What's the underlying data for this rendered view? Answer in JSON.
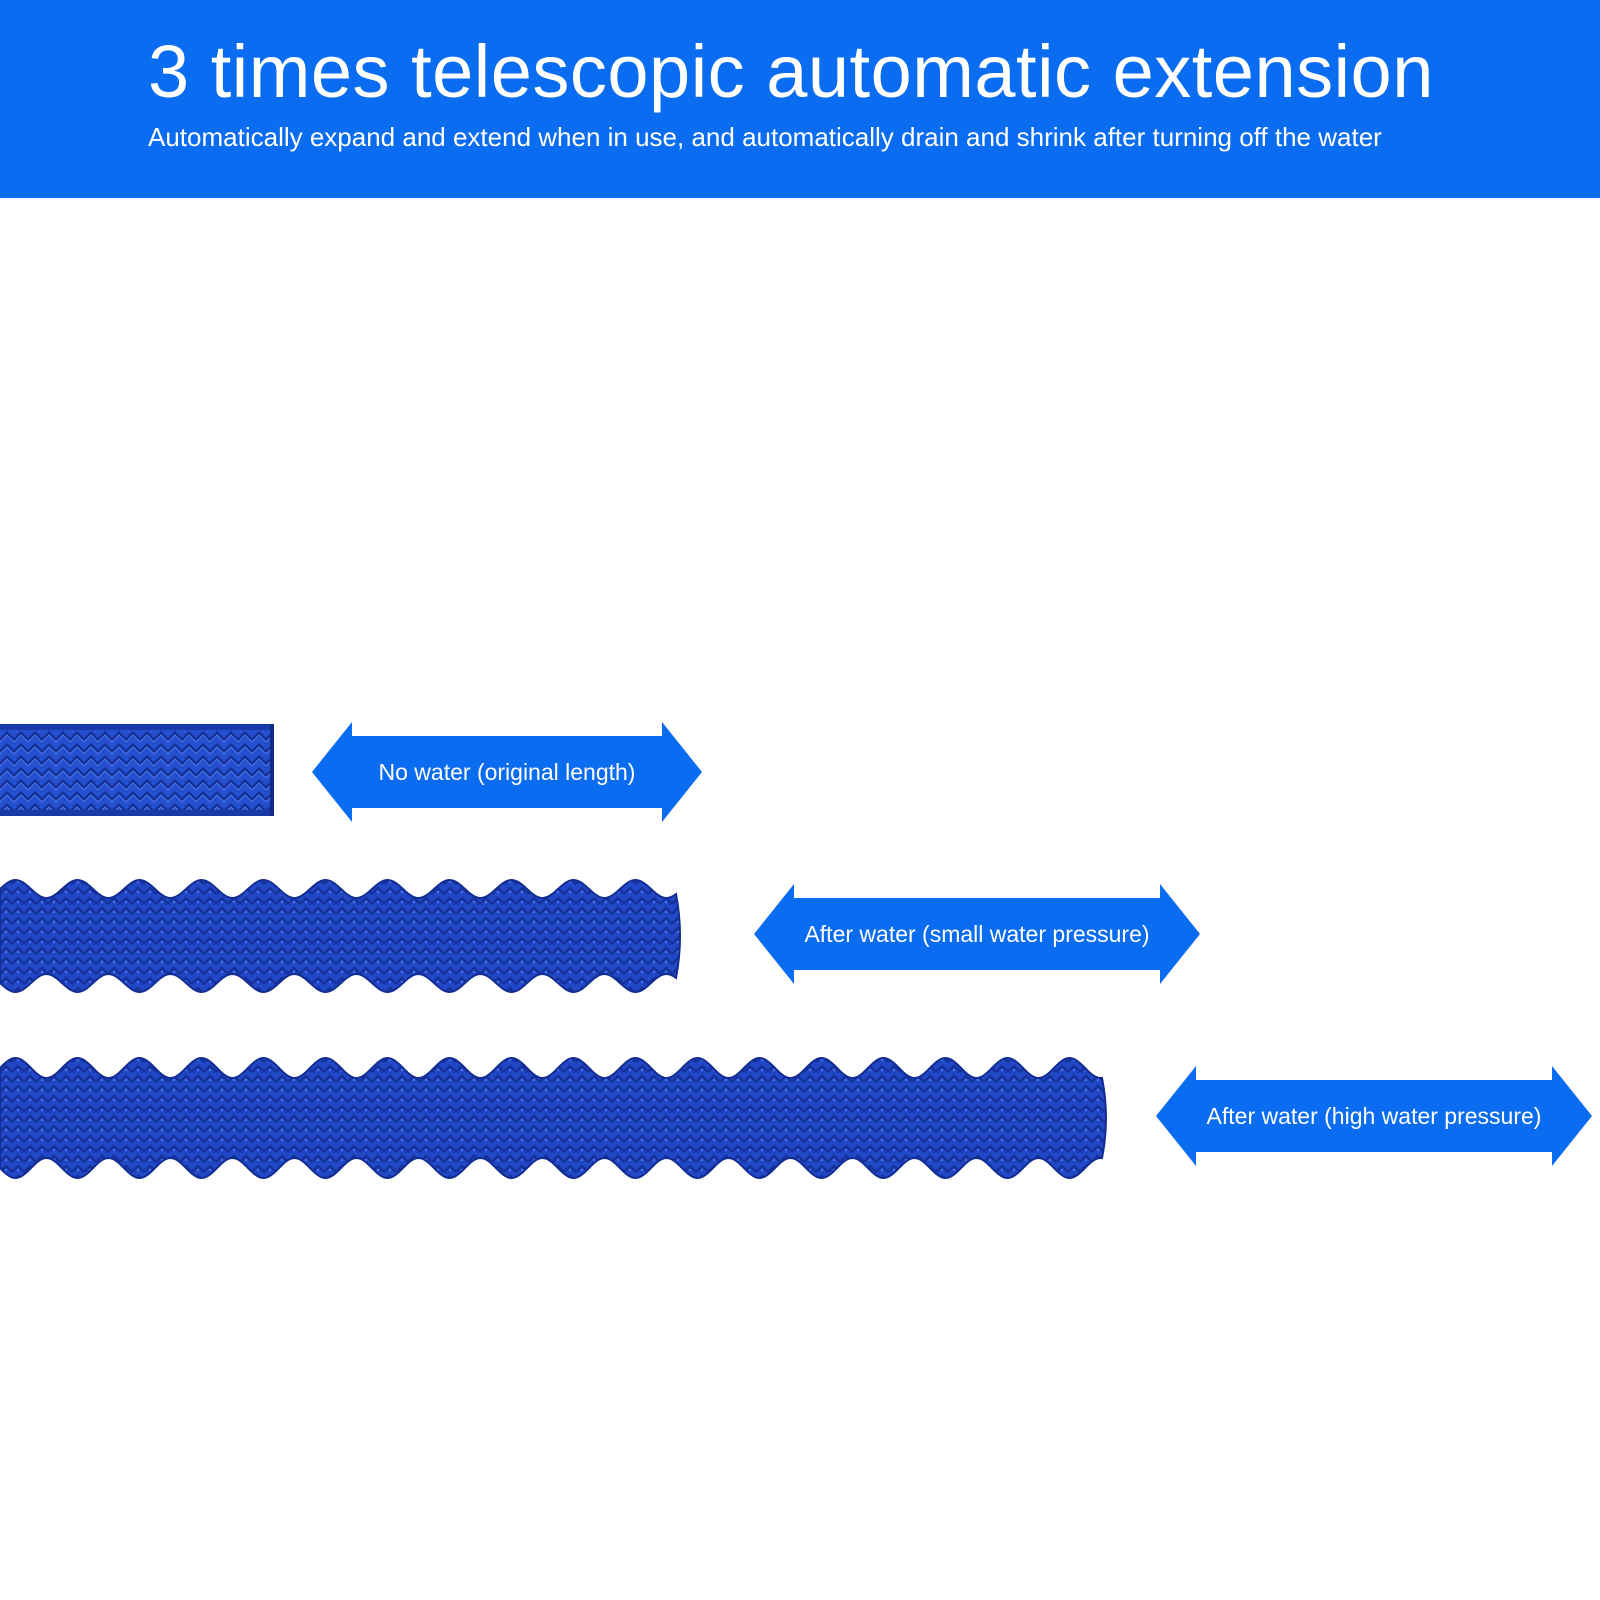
{
  "header": {
    "title": "3 times telescopic automatic extension",
    "subtitle": "Automatically expand and extend when in use, and automatically drain and shrink after turning off the water"
  },
  "hoses": [
    {
      "label": "No water (original length)",
      "state": "original"
    },
    {
      "label": "After water (small water pressure)",
      "state": "small-pressure"
    },
    {
      "label": "After water (high water pressure)",
      "state": "high-pressure"
    }
  ],
  "colors": {
    "banner": "#0a6cf0",
    "arrow": "#0a6cf0",
    "hose": "#1f48c8",
    "hose_dark": "#142f96",
    "text": "#ffffff"
  }
}
